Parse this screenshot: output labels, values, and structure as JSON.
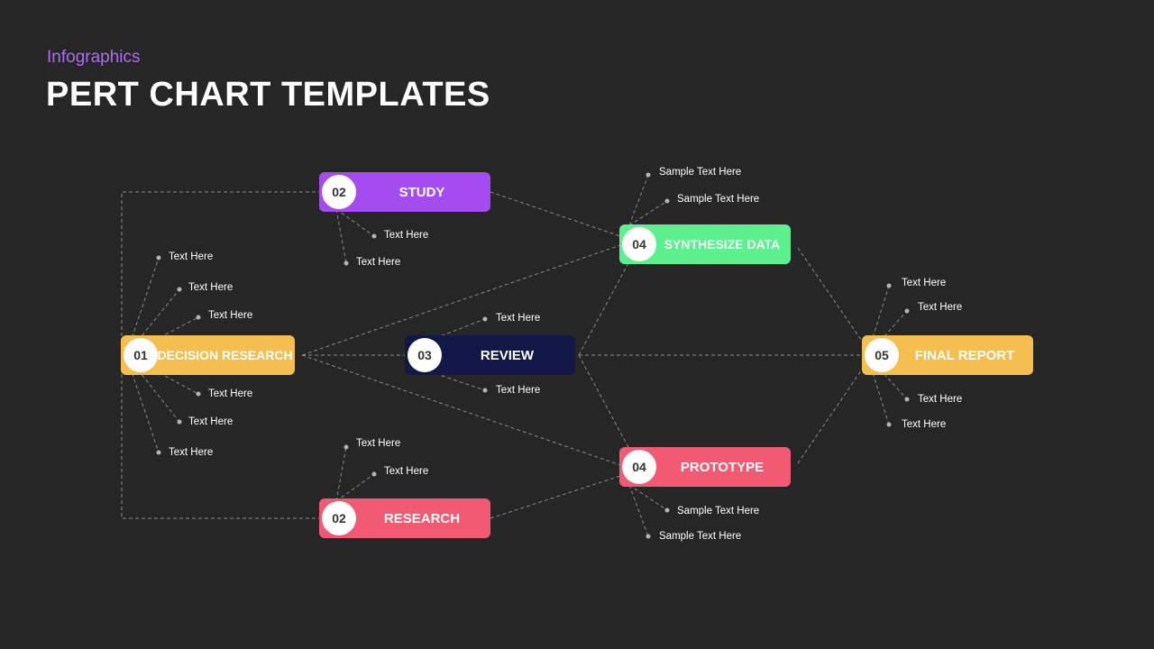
{
  "header": {
    "subtitle": "Infographics",
    "title": "PERT CHART TEMPLATES"
  },
  "nodes": {
    "decision": {
      "num": "01",
      "label": "DECISION RESEARCH",
      "color": "#f5bf4f"
    },
    "study": {
      "num": "02",
      "label": "STUDY",
      "color": "#a44cf0"
    },
    "research": {
      "num": "02",
      "label": "RESEARCH",
      "color": "#f25a73"
    },
    "review": {
      "num": "03",
      "label": "REVIEW",
      "color": "#131747"
    },
    "synth": {
      "num": "04",
      "label": "SYNTHESIZE DATA",
      "color": "#5cf08f"
    },
    "proto": {
      "num": "04",
      "label": "PROTOTYPE",
      "color": "#f25a73"
    },
    "final": {
      "num": "05",
      "label": "FINAL REPORT",
      "color": "#f5bf4f"
    }
  },
  "notes": {
    "decision": [
      "Text Here",
      "Text Here",
      "Text Here",
      "Text Here",
      "Text Here",
      "Text Here"
    ],
    "study": [
      "Text Here",
      "Text Here"
    ],
    "research": [
      "Text Here",
      "Text Here"
    ],
    "review": [
      "Text Here",
      "Text Here"
    ],
    "synth": [
      "Sample Text Here",
      "Sample Text Here"
    ],
    "proto": [
      "Sample Text Here",
      "Sample Text Here"
    ],
    "final": [
      "Text Here",
      "Text Here",
      "Text Here",
      "Text Here"
    ]
  }
}
